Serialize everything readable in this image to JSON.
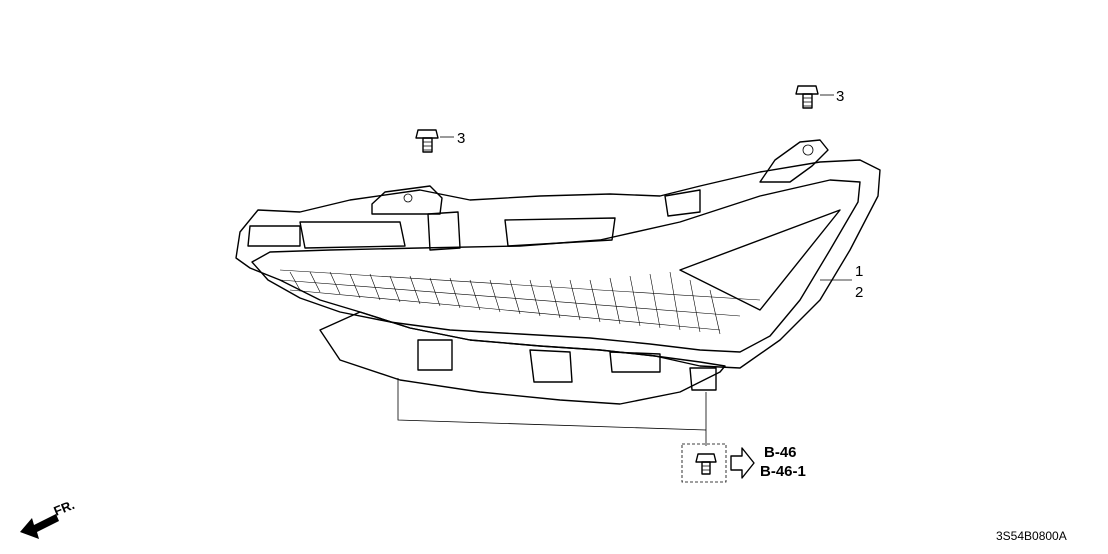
{
  "callouts": {
    "bolt_left": "3",
    "bolt_right": "3",
    "part_1": "1",
    "part_2": "2"
  },
  "references": {
    "ref_a": "B-46",
    "ref_b": "B-46-1"
  },
  "direction": {
    "label": "FR."
  },
  "drawing_code": "3S54B0800A"
}
